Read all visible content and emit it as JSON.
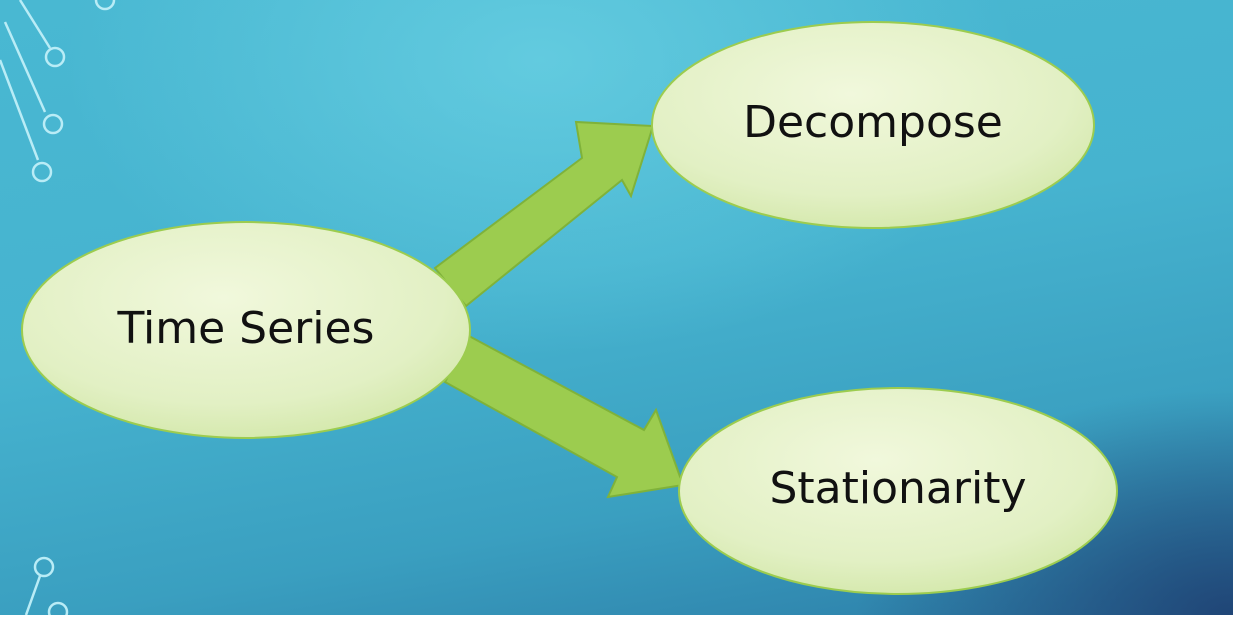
{
  "diagram": {
    "nodes": [
      {
        "id": "time-series",
        "label": "Time Series"
      },
      {
        "id": "decompose",
        "label": "Decompose"
      },
      {
        "id": "stationarity",
        "label": "Stationarity"
      }
    ],
    "edges": [
      {
        "from": "time-series",
        "to": "decompose"
      },
      {
        "from": "time-series",
        "to": "stationarity"
      }
    ]
  },
  "colors": {
    "node_fill": "#dfefbe",
    "node_stroke": "#9ccc4f",
    "arrow_fill": "#9ccc4f",
    "arrow_stroke": "#7fb23a",
    "decoration_stroke": "#b9ecf6"
  }
}
